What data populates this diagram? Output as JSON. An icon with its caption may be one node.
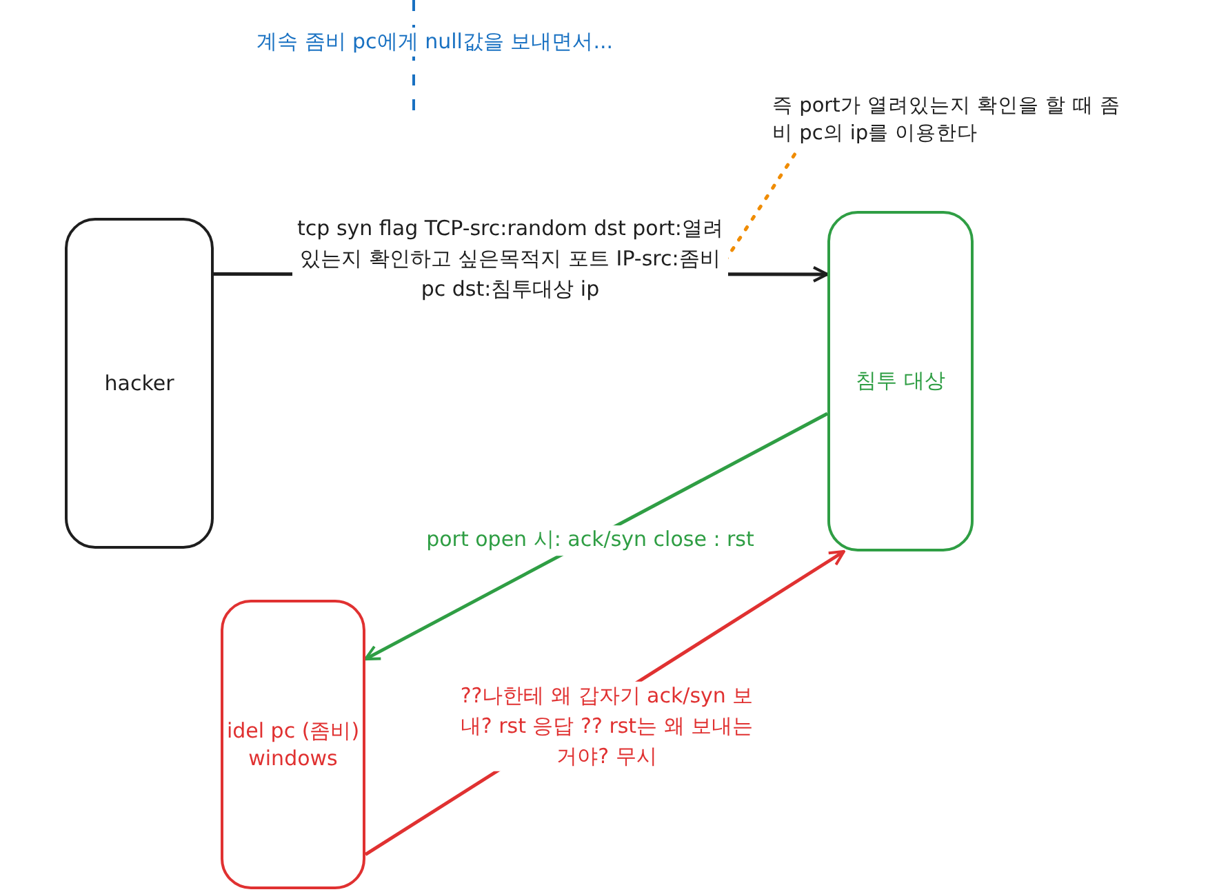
{
  "diagram": {
    "nodes": [
      {
        "text": [
          "hacker"
        ]
      },
      {
        "text": [
          "침투 대상"
        ]
      },
      {
        "text": [
          "idel pc (좀비) windows"
        ]
      },
      {
        "text": [
          "즉 port가 열려있는지 확인을 할 때 좀비 pc의 ip를 이용한다"
        ]
      }
    ],
    "edges": [
      {
        "from": 0,
        "to": 1,
        "arrow": "to",
        "label": "tcp syn flag TCP-src:random dst port:열려 있는지 확인하고 싶은목적지 포트 IP-src:좀비 pc dst:침투대상 ip"
      },
      {
        "from": 1,
        "to": 2,
        "arrow": "to",
        "label": "port open 시: ack/syn close : rst",
        "color": "#2f9e44"
      },
      {
        "from": 2,
        "to": 1,
        "arrow": "to",
        "label": "??나한테 왜 갑자기 ack/syn 보내? rst 응답 ?? rst는 왜 보내는 거야? 무시",
        "color": "#e03131"
      },
      {
        "from": 3,
        "to": null,
        "arrow": "none",
        "style": "dashed",
        "color": "#f08c00"
      }
    ],
    "labels": [
      "계속 좀비 pc에게 null값을 보내면서..."
    ]
  }
}
